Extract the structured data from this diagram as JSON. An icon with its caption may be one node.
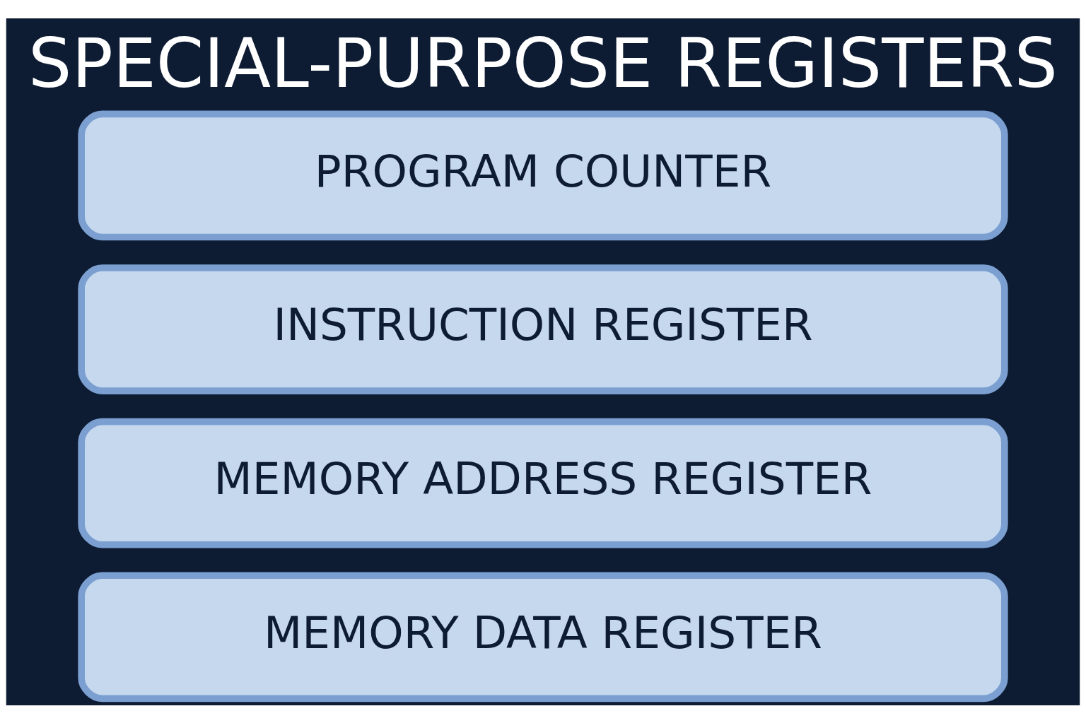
{
  "diagram": {
    "title": "SPECIAL-PURPOSE REGISTERS",
    "nodes": [
      {
        "text": [
          "PROGRAM COUNTER"
        ]
      },
      {
        "text": [
          "INSTRUCTION REGISTER"
        ]
      },
      {
        "text": [
          "MEMORY ADDRESS REGISTER"
        ]
      },
      {
        "text": [
          "MEMORY DATA REGISTER"
        ]
      }
    ]
  }
}
